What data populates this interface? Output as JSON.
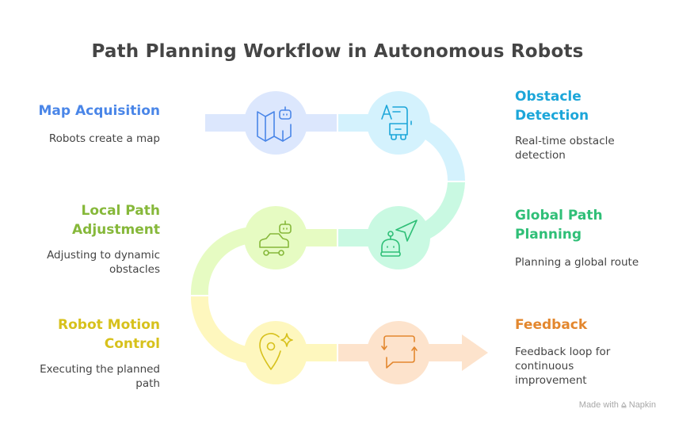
{
  "title": "Path Planning Workflow in Autonomous Robots",
  "steps": [
    {
      "title_line1": "Map Acquisition",
      "title_line2": "",
      "desc_line1": "Robots create a map",
      "desc_line2": "",
      "desc_line3": "",
      "color": "#4A86E8",
      "fill": "#DCE7FD",
      "icon": "map-robot-icon"
    },
    {
      "title_line1": "Obstacle",
      "title_line2": "Detection",
      "desc_line1": "Real-time obstacle",
      "desc_line2": "detection",
      "desc_line3": "",
      "color": "#1CA6D9",
      "fill": "#D4F2FD",
      "icon": "bus-detection-icon"
    },
    {
      "title_line1": "Global Path",
      "title_line2": "Planning",
      "desc_line1": "Planning a global route",
      "desc_line2": "",
      "desc_line3": "",
      "color": "#2FBF77",
      "fill": "#C9F9E2",
      "icon": "robot-navigation-icon"
    },
    {
      "title_line1": "Local Path",
      "title_line2": "Adjustment",
      "desc_line1": "Adjusting to dynamic",
      "desc_line2": "obstacles",
      "desc_line3": "",
      "color": "#86B83A",
      "fill": "#E6FBC2",
      "icon": "car-robot-icon"
    },
    {
      "title_line1": "Robot Motion",
      "title_line2": "Control",
      "desc_line1": "Executing the planned",
      "desc_line2": "path",
      "desc_line3": "",
      "color": "#D7C11C",
      "fill": "#FEF7BE",
      "icon": "location-sparkle-icon"
    },
    {
      "title_line1": "Feedback",
      "title_line2": "",
      "desc_line1": "Feedback loop for",
      "desc_line2": "continuous",
      "desc_line3": "improvement",
      "color": "#E3872E",
      "fill": "#FDE3CC",
      "icon": "feedback-loop-icon"
    }
  ],
  "footer": {
    "made_with": "Made with",
    "brand": "Napkin"
  }
}
